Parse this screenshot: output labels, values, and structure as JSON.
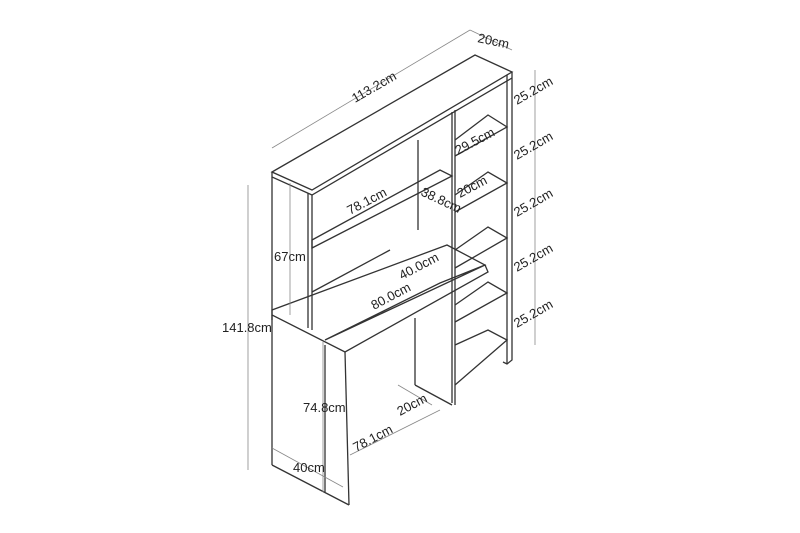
{
  "dimensions": {
    "total_width": "113.2cm",
    "shelf_depth_top": "20cm",
    "shelf_heights": [
      "25.2cm",
      "25.2cm",
      "25.2cm",
      "25.2cm",
      "25.2cm"
    ],
    "shelf_inner_width": "29.5cm",
    "shelf_inner_depth": "20cm",
    "hutch_inner_width": "78.1cm",
    "hutch_inner_height": "38.8cm",
    "hutch_side_height": "67cm",
    "desk_depth": "40.0cm",
    "desk_width": "80.0cm",
    "total_height": "141.8cm",
    "desk_height": "74.8cm",
    "leg_depth": "20cm",
    "knee_width": "78.1cm",
    "side_depth": "40cm"
  }
}
